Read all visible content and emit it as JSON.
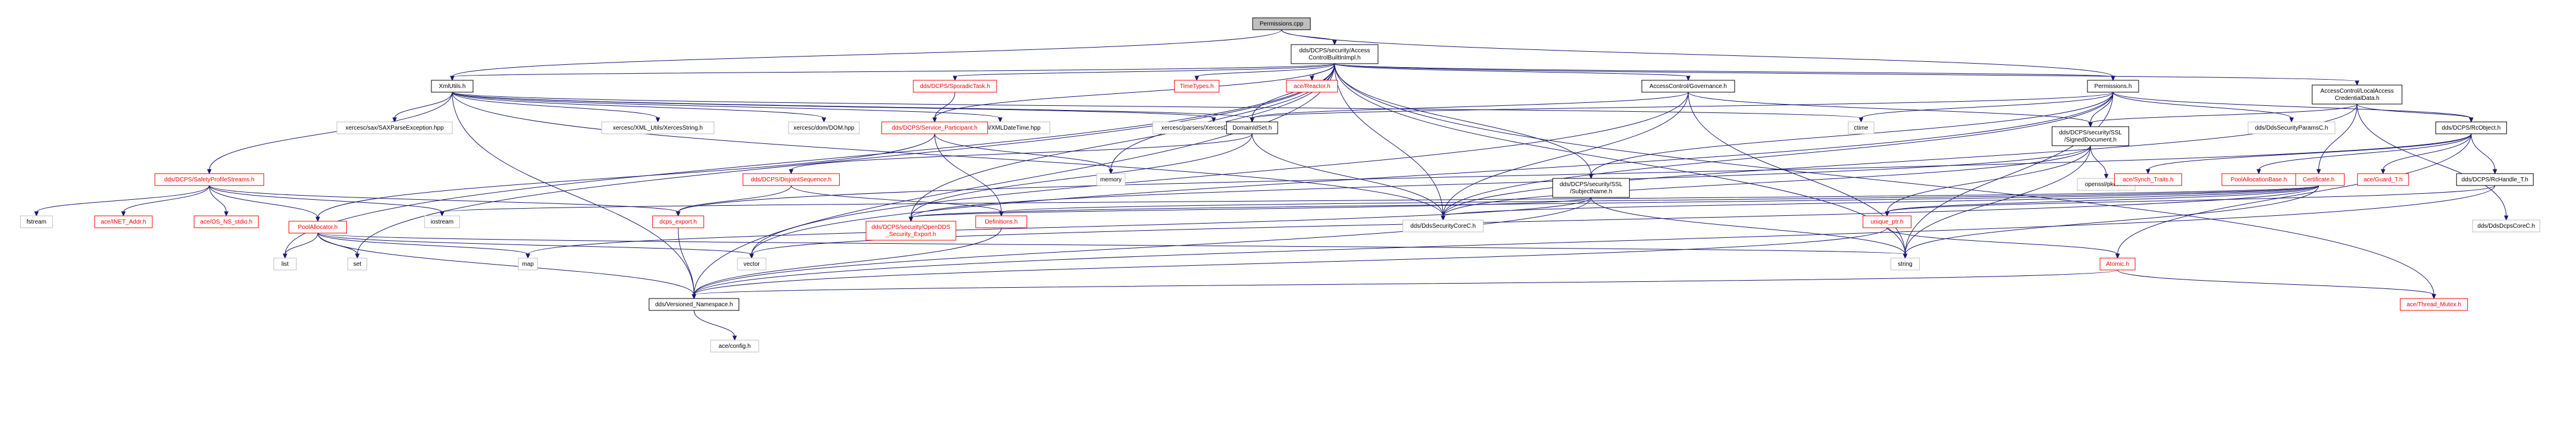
{
  "graph": {
    "nodes": [
      {
        "id": "permissions_cpp",
        "label": [
          "Permissions.cpp"
        ],
        "style": "root"
      },
      {
        "id": "access_control",
        "label": [
          "dds/DCPS/security/Access",
          "ControlBuiltInImpl.h"
        ],
        "style": "doc"
      },
      {
        "id": "xmlutils",
        "label": [
          "XmlUtils.h"
        ],
        "style": "doc"
      },
      {
        "id": "sporadic",
        "label": [
          "dds/DCPS/SporadicTask.h"
        ],
        "style": "red"
      },
      {
        "id": "timetypes",
        "label": [
          "TimeTypes.h"
        ],
        "style": "red"
      },
      {
        "id": "ace_reactor",
        "label": [
          "ace/Reactor.h"
        ],
        "style": "red"
      },
      {
        "id": "governance",
        "label": [
          "AccessControl/Governance.h"
        ],
        "style": "doc"
      },
      {
        "id": "permissions_h",
        "label": [
          "Permissions.h"
        ],
        "style": "doc"
      },
      {
        "id": "localaccess",
        "label": [
          "AccessControl/LocalAccess",
          "CredentialData.h"
        ],
        "style": "doc"
      },
      {
        "id": "saxparse",
        "label": [
          "xercesc/sax/SAXParseException.hpp"
        ],
        "style": "missing"
      },
      {
        "id": "xmlutils_xerces",
        "label": [
          "xercesc/XML_Utils/XercesString.h"
        ],
        "style": "missing"
      },
      {
        "id": "dom",
        "label": [
          "xercesc/dom/DOM.hpp"
        ],
        "style": "missing"
      },
      {
        "id": "xmldatetime",
        "label": [
          "xercesc/util/XMLDateTime.hpp"
        ],
        "style": "missing"
      },
      {
        "id": "domparser",
        "label": [
          "xercesc/parsers/XercesDOMParser.hpp"
        ],
        "style": "missing"
      },
      {
        "id": "service_participant",
        "label": [
          "dds/DCPS/Service_Participant.h"
        ],
        "style": "red"
      },
      {
        "id": "domainidset",
        "label": [
          "DomainIdSet.h"
        ],
        "style": "doc"
      },
      {
        "id": "ctime",
        "label": [
          "ctime"
        ],
        "style": "missing"
      },
      {
        "id": "signeddocument",
        "label": [
          "dds/DCPS/security/SSL",
          "/SignedDocument.h"
        ],
        "style": "doc"
      },
      {
        "id": "ddssecurityparams",
        "label": [
          "dds/DdsSecurityParamsC.h"
        ],
        "style": "missing"
      },
      {
        "id": "rcobject",
        "label": [
          "dds/DCPS/RcObject.h"
        ],
        "style": "doc"
      },
      {
        "id": "safetyprofile",
        "label": [
          "dds/DCPS/SafetyProfileStreams.h"
        ],
        "style": "red"
      },
      {
        "id": "disjoint",
        "label": [
          "dds/DCPS/DisjointSequence.h"
        ],
        "style": "red"
      },
      {
        "id": "memory",
        "label": [
          "memory"
        ],
        "style": "missing"
      },
      {
        "id": "subjectname",
        "label": [
          "dds/DCPS/security/SSL",
          "/SubjectName.h"
        ],
        "style": "doc"
      },
      {
        "id": "opensslpkcs7",
        "label": [
          "openssl/pkcs7.h"
        ],
        "style": "missing"
      },
      {
        "id": "certificate",
        "label": [
          "Certificate.h"
        ],
        "style": "red"
      },
      {
        "id": "acesynch",
        "label": [
          "ace/Synch_Traits.h"
        ],
        "style": "red"
      },
      {
        "id": "poolallocbase",
        "label": [
          "PoolAllocationBase.h"
        ],
        "style": "red"
      },
      {
        "id": "aceguard",
        "label": [
          "ace/Guard_T.h"
        ],
        "style": "red"
      },
      {
        "id": "rchandle",
        "label": [
          "dds/DCPS/RcHandle_T.h"
        ],
        "style": "doc"
      },
      {
        "id": "fstream",
        "label": [
          "fstream"
        ],
        "style": "missing"
      },
      {
        "id": "inetaddr",
        "label": [
          "ace/INET_Addr.h"
        ],
        "style": "red"
      },
      {
        "id": "osnsstdio",
        "label": [
          "ace/OS_NS_stdio.h"
        ],
        "style": "red"
      },
      {
        "id": "poolallocator",
        "label": [
          "PoolAllocator.h"
        ],
        "style": "red"
      },
      {
        "id": "iostream",
        "label": [
          "iostream"
        ],
        "style": "missing"
      },
      {
        "id": "dcpsexport",
        "label": [
          "dcps_export.h"
        ],
        "style": "red"
      },
      {
        "id": "opendds_export",
        "label": [
          "dds/DCPS/security/OpenDDS",
          "_Security_Export.h"
        ],
        "style": "red"
      },
      {
        "id": "definitions",
        "label": [
          "Definitions.h"
        ],
        "style": "red"
      },
      {
        "id": "ddssecuritycore",
        "label": [
          "dds/DdsSecurityCoreC.h"
        ],
        "style": "missing"
      },
      {
        "id": "uniqueptr",
        "label": [
          "unique_ptr.h"
        ],
        "style": "red"
      },
      {
        "id": "ddsdcpscore",
        "label": [
          "dds/DdsDcpsCoreC.h"
        ],
        "style": "missing"
      },
      {
        "id": "list",
        "label": [
          "list"
        ],
        "style": "missing"
      },
      {
        "id": "set",
        "label": [
          "set"
        ],
        "style": "missing"
      },
      {
        "id": "map",
        "label": [
          "map"
        ],
        "style": "missing"
      },
      {
        "id": "vector",
        "label": [
          "vector"
        ],
        "style": "missing"
      },
      {
        "id": "string",
        "label": [
          "string"
        ],
        "style": "missing"
      },
      {
        "id": "atomic",
        "label": [
          "Atomic.h"
        ],
        "style": "red"
      },
      {
        "id": "versioned_ns",
        "label": [
          "dds/Versioned_Namespace.h"
        ],
        "style": "doc"
      },
      {
        "id": "acethreadmutex",
        "label": [
          "ace/Thread_Mutex.h"
        ],
        "style": "red"
      },
      {
        "id": "aceconfig",
        "label": [
          "ace/config.h"
        ],
        "style": "missing"
      }
    ],
    "edges": [
      [
        "permissions_cpp",
        "access_control"
      ],
      [
        "permissions_cpp",
        "permissions_h"
      ],
      [
        "permissions_cpp",
        "xmlutils"
      ],
      [
        "access_control",
        "sporadic"
      ],
      [
        "access_control",
        "timetypes"
      ],
      [
        "access_control",
        "ace_reactor"
      ],
      [
        "access_control",
        "governance"
      ],
      [
        "access_control",
        "localaccess"
      ],
      [
        "access_control",
        "permissions_h"
      ],
      [
        "access_control",
        "service_participant"
      ],
      [
        "access_control",
        "domainidset"
      ],
      [
        "access_control",
        "memory"
      ],
      [
        "access_control",
        "subjectname"
      ],
      [
        "access_control",
        "ddssecuritycore"
      ],
      [
        "access_control",
        "opendds_export"
      ],
      [
        "access_control",
        "list"
      ],
      [
        "access_control",
        "set"
      ],
      [
        "access_control",
        "string"
      ],
      [
        "access_control",
        "xmlutils"
      ],
      [
        "access_control",
        "acethreadmutex"
      ],
      [
        "access_control",
        "versioned_ns"
      ],
      [
        "xmlutils",
        "saxparse"
      ],
      [
        "xmlutils",
        "xmlutils_xerces"
      ],
      [
        "xmlutils",
        "dom"
      ],
      [
        "xmlutils",
        "xmldatetime"
      ],
      [
        "xmlutils",
        "domparser"
      ],
      [
        "xmlutils",
        "safetyprofile"
      ],
      [
        "xmlutils",
        "ctime"
      ],
      [
        "xmlutils",
        "domainidset"
      ],
      [
        "xmlutils",
        "versioned_ns"
      ],
      [
        "xmlutils",
        "ddssecuritycore"
      ],
      [
        "sporadic",
        "service_participant"
      ],
      [
        "governance",
        "domainidset"
      ],
      [
        "governance",
        "signeddocument"
      ],
      [
        "governance",
        "ddssecuritycore"
      ],
      [
        "governance",
        "vector"
      ],
      [
        "governance",
        "string"
      ],
      [
        "permissions_h",
        "domainidset"
      ],
      [
        "permissions_h",
        "signeddocument"
      ],
      [
        "permissions_h",
        "subjectname"
      ],
      [
        "permissions_h",
        "ddssecurityparams"
      ],
      [
        "permissions_h",
        "rcobject"
      ],
      [
        "permissions_h",
        "ctime"
      ],
      [
        "permissions_h",
        "ddssecuritycore"
      ],
      [
        "permissions_h",
        "vector"
      ],
      [
        "permissions_h",
        "string"
      ],
      [
        "localaccess",
        "signeddocument"
      ],
      [
        "localaccess",
        "certificate"
      ],
      [
        "localaccess",
        "rcobject"
      ],
      [
        "localaccess",
        "ddssecuritycore"
      ],
      [
        "localaccess",
        "ddsdcpscore"
      ],
      [
        "service_participant",
        "poolallocator"
      ],
      [
        "service_participant",
        "definitions"
      ],
      [
        "service_participant",
        "memory"
      ],
      [
        "domainidset",
        "disjoint"
      ],
      [
        "domainidset",
        "opendds_export"
      ],
      [
        "domainidset",
        "ddssecuritycore"
      ],
      [
        "signeddocument",
        "opensslpkcs7"
      ],
      [
        "signeddocument",
        "uniqueptr"
      ],
      [
        "signeddocument",
        "ddssecuritycore"
      ],
      [
        "signeddocument",
        "opendds_export"
      ],
      [
        "signeddocument",
        "string"
      ],
      [
        "rcobject",
        "acesynch"
      ],
      [
        "rcobject",
        "poolallocbase"
      ],
      [
        "rcobject",
        "aceguard"
      ],
      [
        "rcobject",
        "rchandle"
      ],
      [
        "rcobject",
        "atomic"
      ],
      [
        "rcobject",
        "dcpsexport"
      ],
      [
        "safetyprofile",
        "fstream"
      ],
      [
        "safetyprofile",
        "inetaddr"
      ],
      [
        "safetyprofile",
        "osnsstdio"
      ],
      [
        "safetyprofile",
        "poolallocator"
      ],
      [
        "safetyprofile",
        "iostream"
      ],
      [
        "safetyprofile",
        "dcpsexport"
      ],
      [
        "disjoint",
        "dcpsexport"
      ],
      [
        "disjoint",
        "definitions"
      ],
      [
        "subjectname",
        "opendds_export"
      ],
      [
        "subjectname",
        "string"
      ],
      [
        "subjectname",
        "map"
      ],
      [
        "subjectname",
        "versioned_ns"
      ],
      [
        "certificate",
        "uniqueptr"
      ],
      [
        "certificate",
        "ddssecuritycore"
      ],
      [
        "certificate",
        "opendds_export"
      ],
      [
        "certificate",
        "vector"
      ],
      [
        "certificate",
        "string"
      ],
      [
        "certificate",
        "definitions"
      ],
      [
        "certificate",
        "iostream"
      ],
      [
        "rchandle",
        "uniqueptr"
      ],
      [
        "rchandle",
        "versioned_ns"
      ],
      [
        "poolallocator",
        "list"
      ],
      [
        "poolallocator",
        "set"
      ],
      [
        "poolallocator",
        "map"
      ],
      [
        "poolallocator",
        "vector"
      ],
      [
        "poolallocator",
        "string"
      ],
      [
        "poolallocator",
        "versioned_ns"
      ],
      [
        "dcpsexport",
        "versioned_ns"
      ],
      [
        "definitions",
        "versioned_ns"
      ],
      [
        "uniqueptr",
        "atomic"
      ],
      [
        "uniqueptr",
        "versioned_ns"
      ],
      [
        "atomic",
        "versioned_ns"
      ],
      [
        "atomic",
        "acethreadmutex"
      ],
      [
        "versioned_ns",
        "aceconfig"
      ]
    ]
  }
}
